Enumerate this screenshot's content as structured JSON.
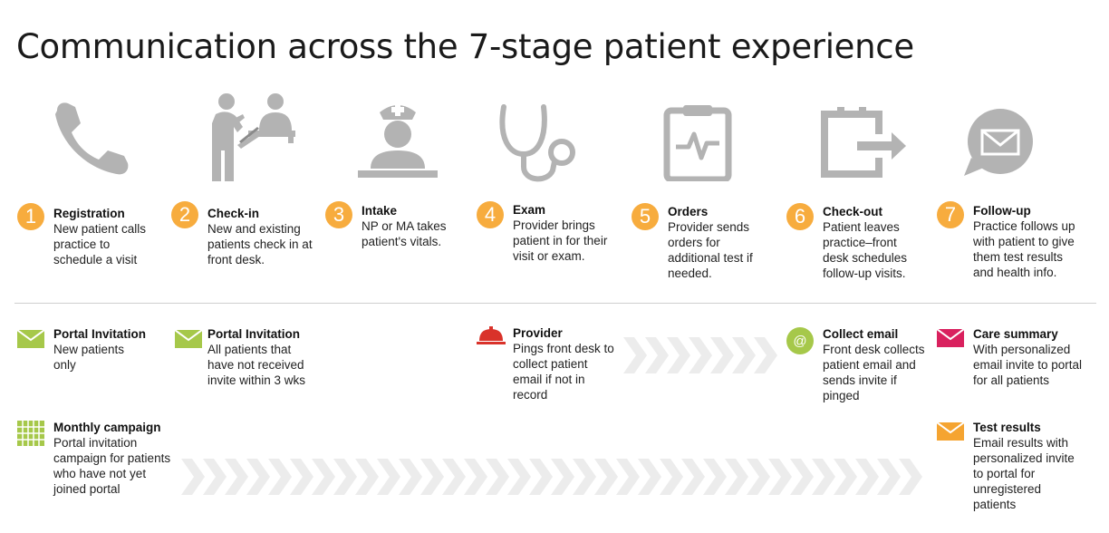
{
  "title": "Communication across the 7-stage patient experience",
  "colors": {
    "icon_gray": "#b3b3b3",
    "stage_orange": "#f7ac3e",
    "green": "#a6c84a",
    "red": "#d9322a",
    "magenta": "#d9215e",
    "mail_orange": "#f5a431",
    "arrow_gray": "#ececec"
  },
  "stages": [
    {
      "number": "1",
      "heading": "Registration",
      "body": "New patient calls practice to schedule a visit",
      "icon": "phone-icon"
    },
    {
      "number": "2",
      "heading": "Check-in",
      "body": "New and existing patients check in at front desk.",
      "icon": "check-in-people-icon"
    },
    {
      "number": "3",
      "heading": "Intake",
      "body": "NP or MA takes patient's vitals.",
      "icon": "nurse-icon"
    },
    {
      "number": "4",
      "heading": "Exam",
      "body": "Provider brings patient in for their visit or exam.",
      "icon": "stethoscope-icon"
    },
    {
      "number": "5",
      "heading": "Orders",
      "body": "Provider sends orders for additional test if needed.",
      "icon": "clipboard-icon"
    },
    {
      "number": "6",
      "heading": "Check-out",
      "body": "Patient leaves practice–front desk schedules follow-up visits.",
      "icon": "exit-door-icon"
    },
    {
      "number": "7",
      "heading": "Follow-up",
      "body": "Practice follows up with patient to give them test results and health info.",
      "icon": "speech-bubble-envelope-icon"
    }
  ],
  "communications": [
    {
      "heading": "Portal Invitation",
      "body": "New patients only",
      "icon": "green-envelope-icon"
    },
    {
      "heading": "Portal Invitation",
      "body": "All patients that have not received invite within 3 wks",
      "icon": "green-envelope-icon"
    },
    {
      "heading": "Provider",
      "body": "Pings front desk to collect patient email if not in record",
      "icon": "service-bell-icon"
    },
    {
      "heading": "Collect email",
      "body": "Front desk collects patient email and sends invite if pinged",
      "icon": "at-sign-icon"
    },
    {
      "heading": "Care summary",
      "body": "With personalized email invite to portal for all patients",
      "icon": "magenta-envelope-icon"
    },
    {
      "heading": "Monthly campaign",
      "body": "Portal invitation campaign for patients who have not yet joined portal",
      "icon": "calendar-grid-icon"
    },
    {
      "heading": "Test results",
      "body": "Email results with personalized invite to portal for unregistered patients",
      "icon": "orange-envelope-icon"
    }
  ]
}
